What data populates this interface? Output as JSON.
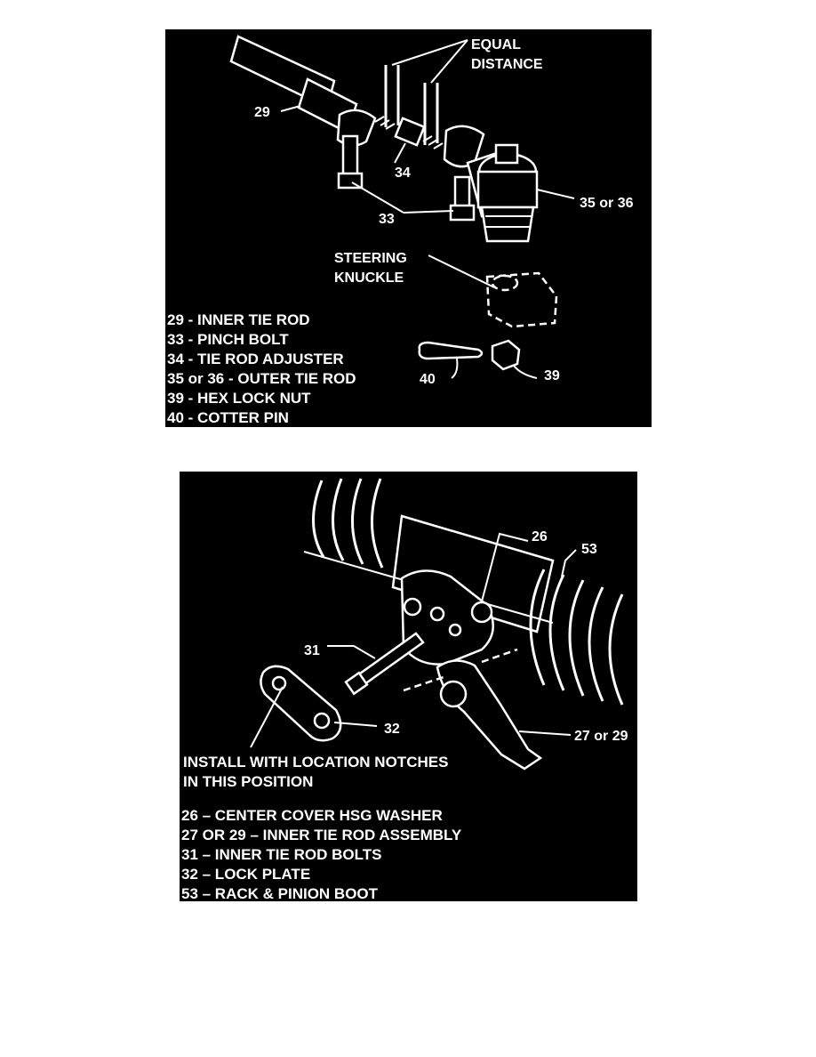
{
  "figure1": {
    "callouts": {
      "equal_distance_line1": "EQUAL",
      "equal_distance_line2": "DISTANCE",
      "c29": "29",
      "c34": "34",
      "c33": "33",
      "c35_36": "35 or 36",
      "steering_knuckle_line1": "STEERING",
      "steering_knuckle_line2": "KNUCKLE",
      "c40": "40",
      "c39": "39"
    },
    "legend": [
      "29 - INNER TIE ROD",
      "33 - PINCH BOLT",
      "34 - TIE ROD ADJUSTER",
      "35 or 36 - OUTER TIE ROD",
      "39 - HEX LOCK NUT",
      "40 - COTTER PIN"
    ]
  },
  "figure2": {
    "callouts": {
      "c26": "26",
      "c53": "53",
      "c31": "31",
      "c32": "32",
      "c27_29": "27 or 29"
    },
    "note_line1": "INSTALL WITH LOCATION NOTCHES",
    "note_line2": "IN THIS POSITION",
    "legend": [
      "26  –  CENTER COVER HSG WASHER",
      "27 OR 29  –  INNER TIE ROD ASSEMBLY",
      "31  –  INNER TIE ROD BOLTS",
      "32  –  LOCK PLATE",
      "53  –  RACK & PINION BOOT"
    ]
  }
}
